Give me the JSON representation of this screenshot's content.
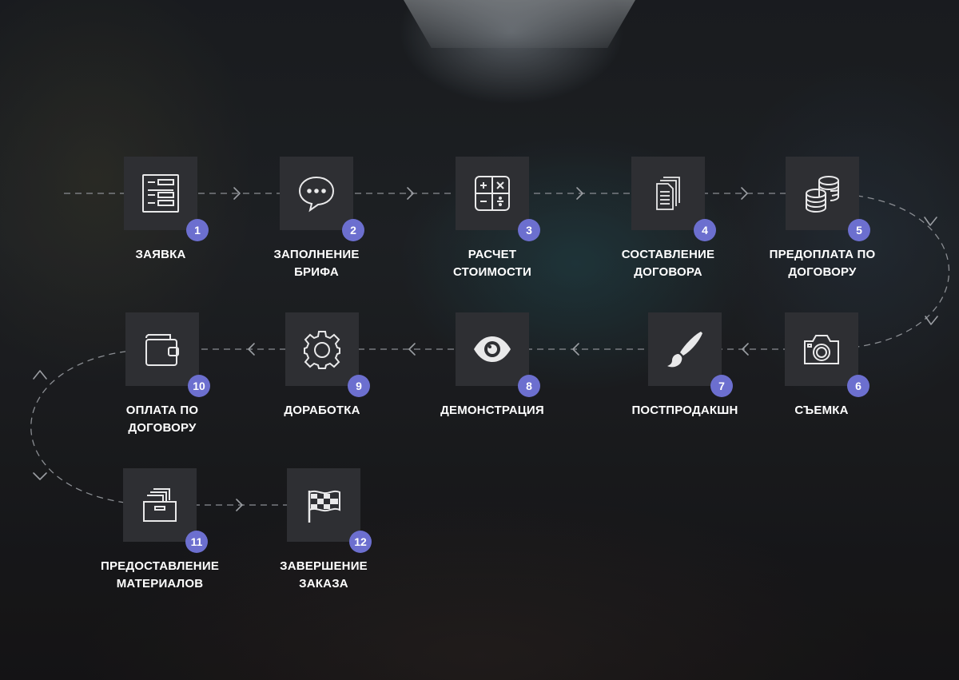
{
  "steps": [
    {
      "num": "1",
      "label": "ЗАЯВКА",
      "icon": "form-list-icon"
    },
    {
      "num": "2",
      "label": "ЗАПОЛНЕНИЕ\nБРИФА",
      "icon": "chat-bubble-icon"
    },
    {
      "num": "3",
      "label": "РАСЧЕТ\nСТОИМОСТИ",
      "icon": "calculator-icon"
    },
    {
      "num": "4",
      "label": "СОСТАВЛЕНИЕ\nДОГОВОРА",
      "icon": "documents-icon"
    },
    {
      "num": "5",
      "label": "ПРЕДОПЛАТА ПО\nДОГОВОРУ",
      "icon": "coins-icon"
    },
    {
      "num": "6",
      "label": "СЪЕМКА",
      "icon": "camera-icon"
    },
    {
      "num": "7",
      "label": "ПОСТПРОДАКШН",
      "icon": "brush-icon"
    },
    {
      "num": "8",
      "label": "ДЕМОНСТРАЦИЯ",
      "icon": "eye-icon"
    },
    {
      "num": "9",
      "label": "ДОРАБОТКА",
      "icon": "gear-icon"
    },
    {
      "num": "10",
      "label": "ОПЛАТА ПО\nДОГОВОРУ",
      "icon": "wallet-icon"
    },
    {
      "num": "11",
      "label": "ПРЕДОСТАВЛЕНИЕ\nМАТЕРИАЛОВ",
      "icon": "file-box-icon"
    },
    {
      "num": "12",
      "label": "ЗАВЕРШЕНИЕ\nЗАКАЗА",
      "icon": "finish-flag-icon"
    }
  ],
  "colors": {
    "badge": "#6c6fcf",
    "tile": "#2e2f33",
    "connector": "#8a8d92",
    "text": "#ffffff"
  }
}
